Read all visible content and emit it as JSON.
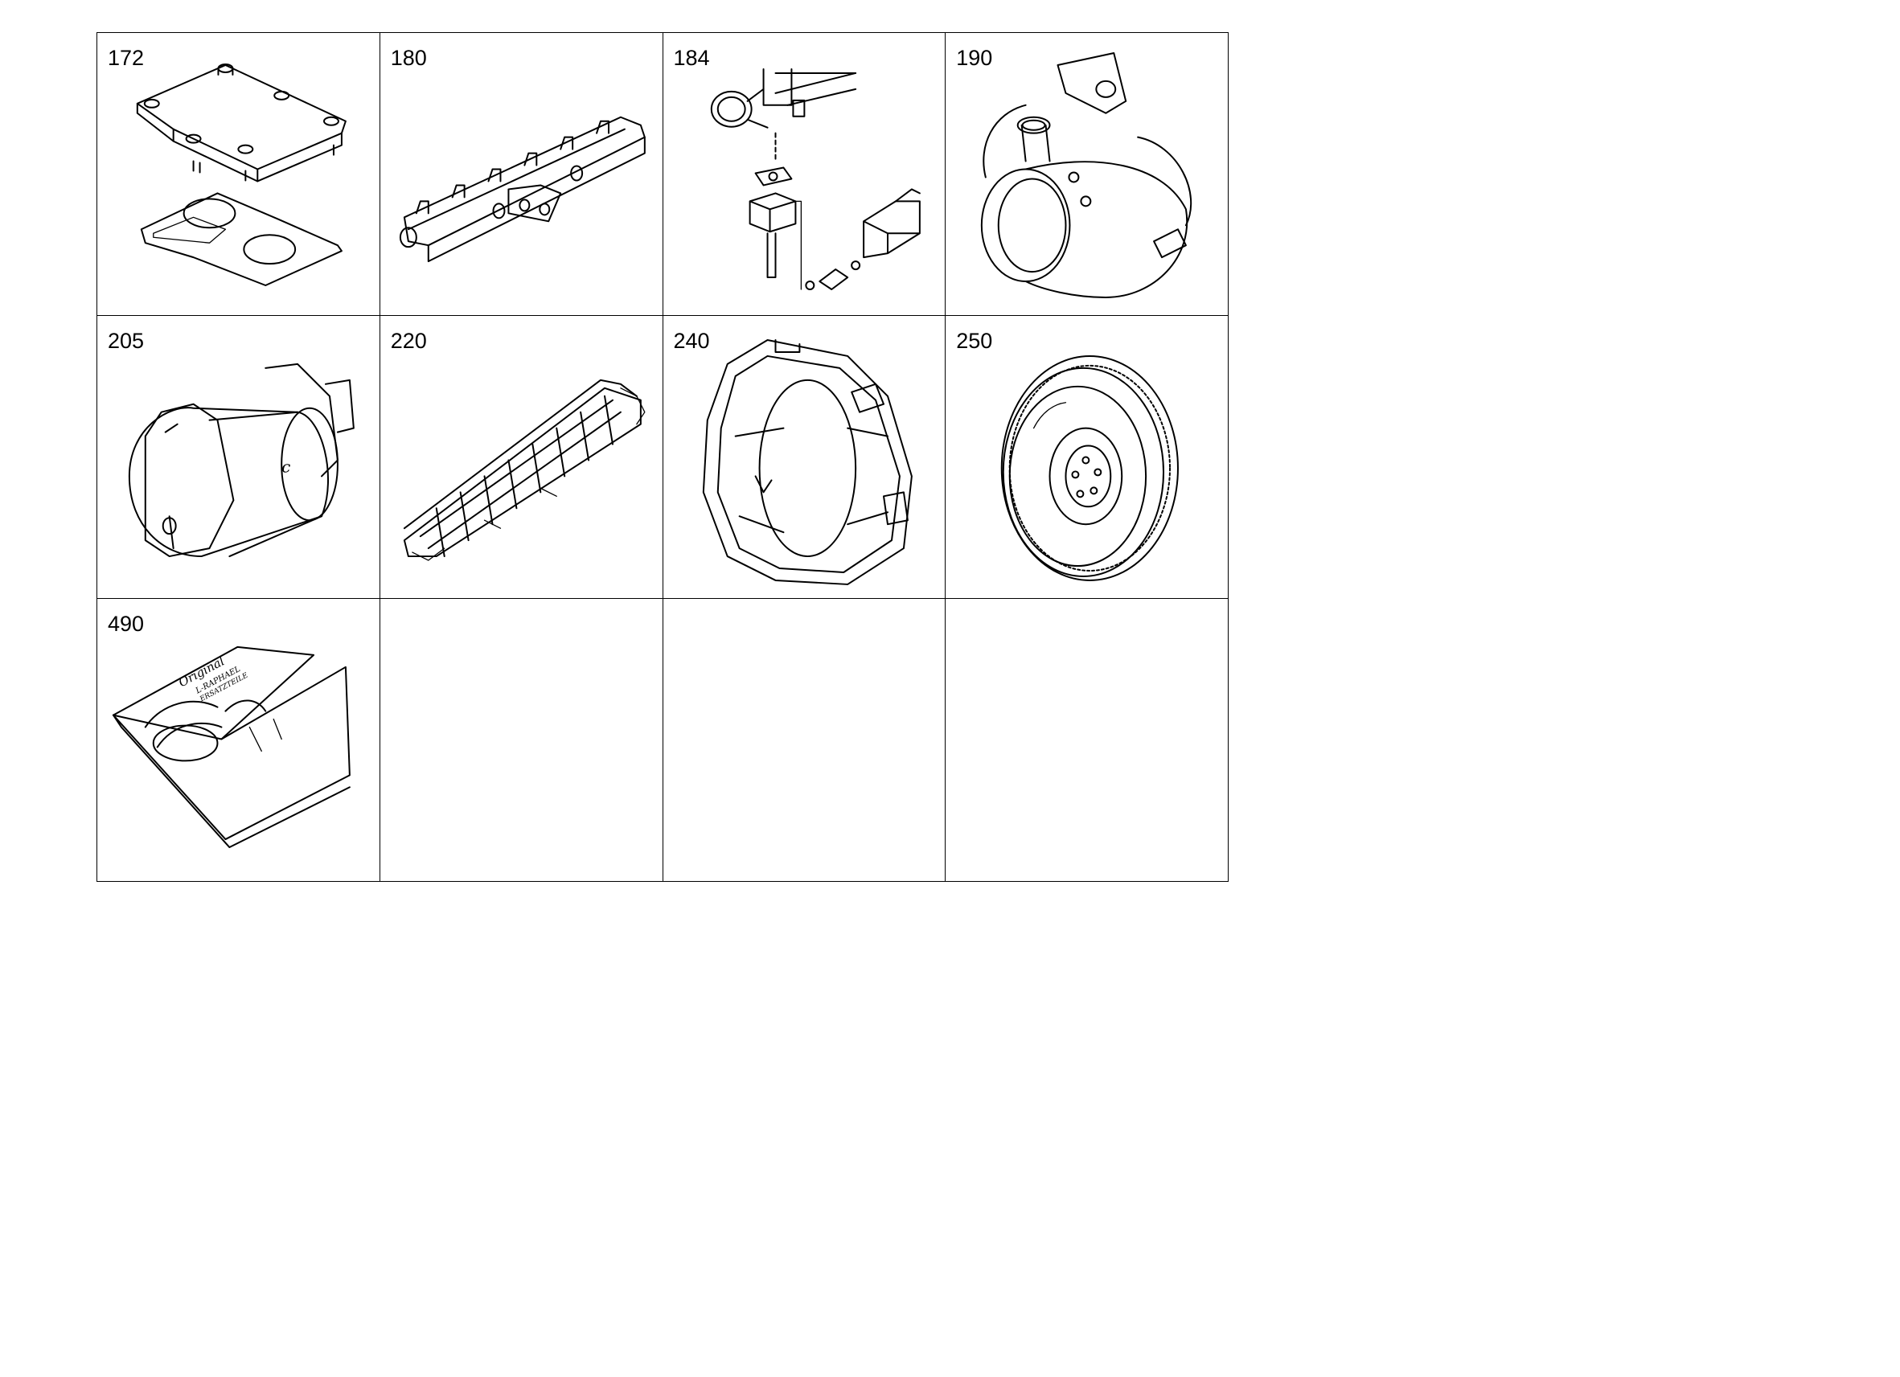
{
  "parts": [
    {
      "number": "172",
      "icon": "cover-plate-with-gasket-icon"
    },
    {
      "number": "180",
      "icon": "exhaust-manifold-icon"
    },
    {
      "number": "184",
      "icon": "thermostat-assembly-icon"
    },
    {
      "number": "190",
      "icon": "turbocharger-icon"
    },
    {
      "number": "205",
      "icon": "starter-motor-icon"
    },
    {
      "number": "220",
      "icon": "intake-manifold-icon"
    },
    {
      "number": "240",
      "icon": "flywheel-housing-icon"
    },
    {
      "number": "250",
      "icon": "flywheel-icon"
    },
    {
      "number": "490",
      "icon": "gasket-kit-package-icon"
    },
    {
      "number": "",
      "icon": ""
    },
    {
      "number": "",
      "icon": ""
    },
    {
      "number": "",
      "icon": ""
    }
  ],
  "package_text": {
    "line1": "Original",
    "line2": "L-RAPHAEL",
    "line3": "ERSATZTEILE"
  }
}
